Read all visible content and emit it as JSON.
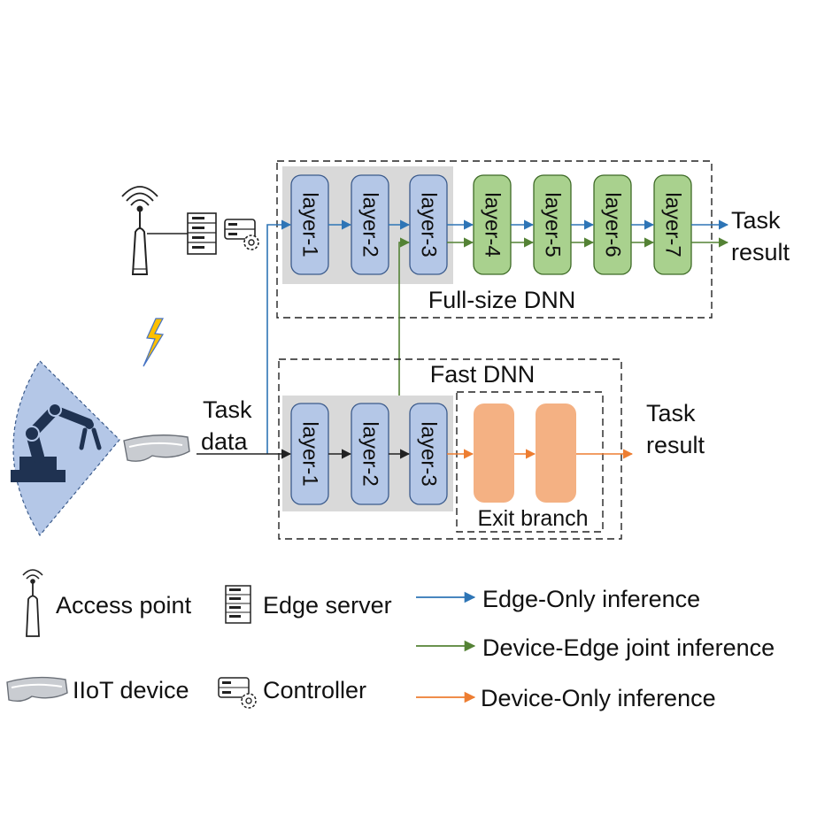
{
  "full_dnn": {
    "title": "Full-size DNN",
    "layers": [
      "layer-1",
      "layer-2",
      "layer-3",
      "layer-4",
      "layer-5",
      "layer-6",
      "layer-7"
    ],
    "output_line1": "Task",
    "output_line2": "result"
  },
  "fast_dnn": {
    "title": "Fast DNN",
    "layers": [
      "layer-1",
      "layer-2",
      "layer-3"
    ],
    "exit_branch_label": "Exit branch",
    "output_line1": "Task",
    "output_line2": "result"
  },
  "input": {
    "line1": "Task",
    "line2": "data"
  },
  "legend": {
    "access_point": "Access point",
    "edge_server": "Edge server",
    "iiot_device": "IIoT device",
    "controller": "Controller",
    "edge_only": "Edge-Only inference",
    "device_edge": "Device-Edge joint inference",
    "device_only": "Device-Only inference"
  },
  "colors": {
    "blue_layer": "#b4c7e7",
    "green_layer": "#a9d18e",
    "orange_block": "#f4b183",
    "gray_region": "#d9d9d9",
    "edge_only_arrow": "#2e75b6",
    "device_edge_arrow": "#548235",
    "device_only_arrow": "#ed7d31",
    "lightning": "#ffc000"
  },
  "icons": [
    "antenna-icon",
    "server-rack-icon",
    "controller-icon",
    "robot-arm-icon",
    "iiot-device-icon",
    "lightning-icon"
  ]
}
